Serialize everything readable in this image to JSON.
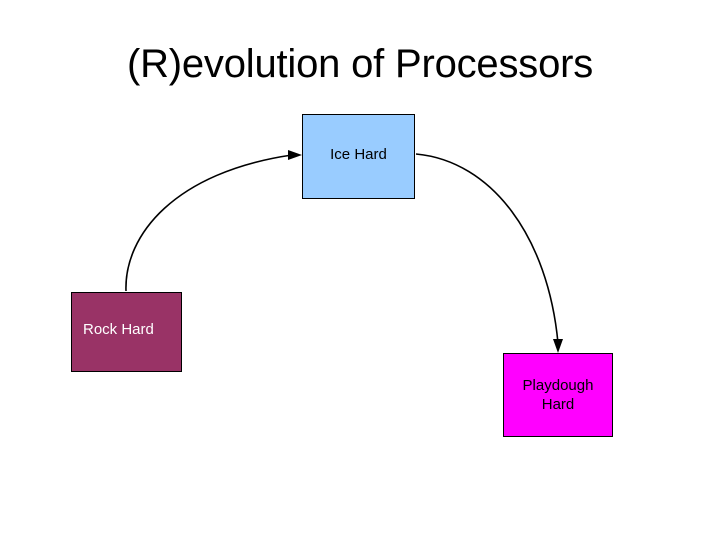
{
  "slide": {
    "title": "(R)evolution of Processors",
    "background_color": "#ffffff"
  },
  "nodes": [
    {
      "id": "rock",
      "label": "Rock Hard",
      "fill_color": "#993366",
      "text_color": "#ffffff",
      "border_color": "#000000"
    },
    {
      "id": "ice",
      "label": "Ice Hard",
      "fill_color": "#99ccff",
      "text_color": "#000000",
      "border_color": "#000000"
    },
    {
      "id": "playdough",
      "label": "Playdough Hard",
      "fill_color": "#ff00ff",
      "text_color": "#000000",
      "border_color": "#000000"
    }
  ],
  "edges": [
    {
      "id": "rock-to-ice",
      "from": "rock",
      "to": "ice",
      "style": "curved-arrow",
      "color": "#000000",
      "arrow_direction": "right"
    },
    {
      "id": "ice-to-playdough",
      "from": "ice",
      "to": "playdough",
      "style": "curved-arrow",
      "color": "#000000",
      "arrow_direction": "down"
    }
  ]
}
